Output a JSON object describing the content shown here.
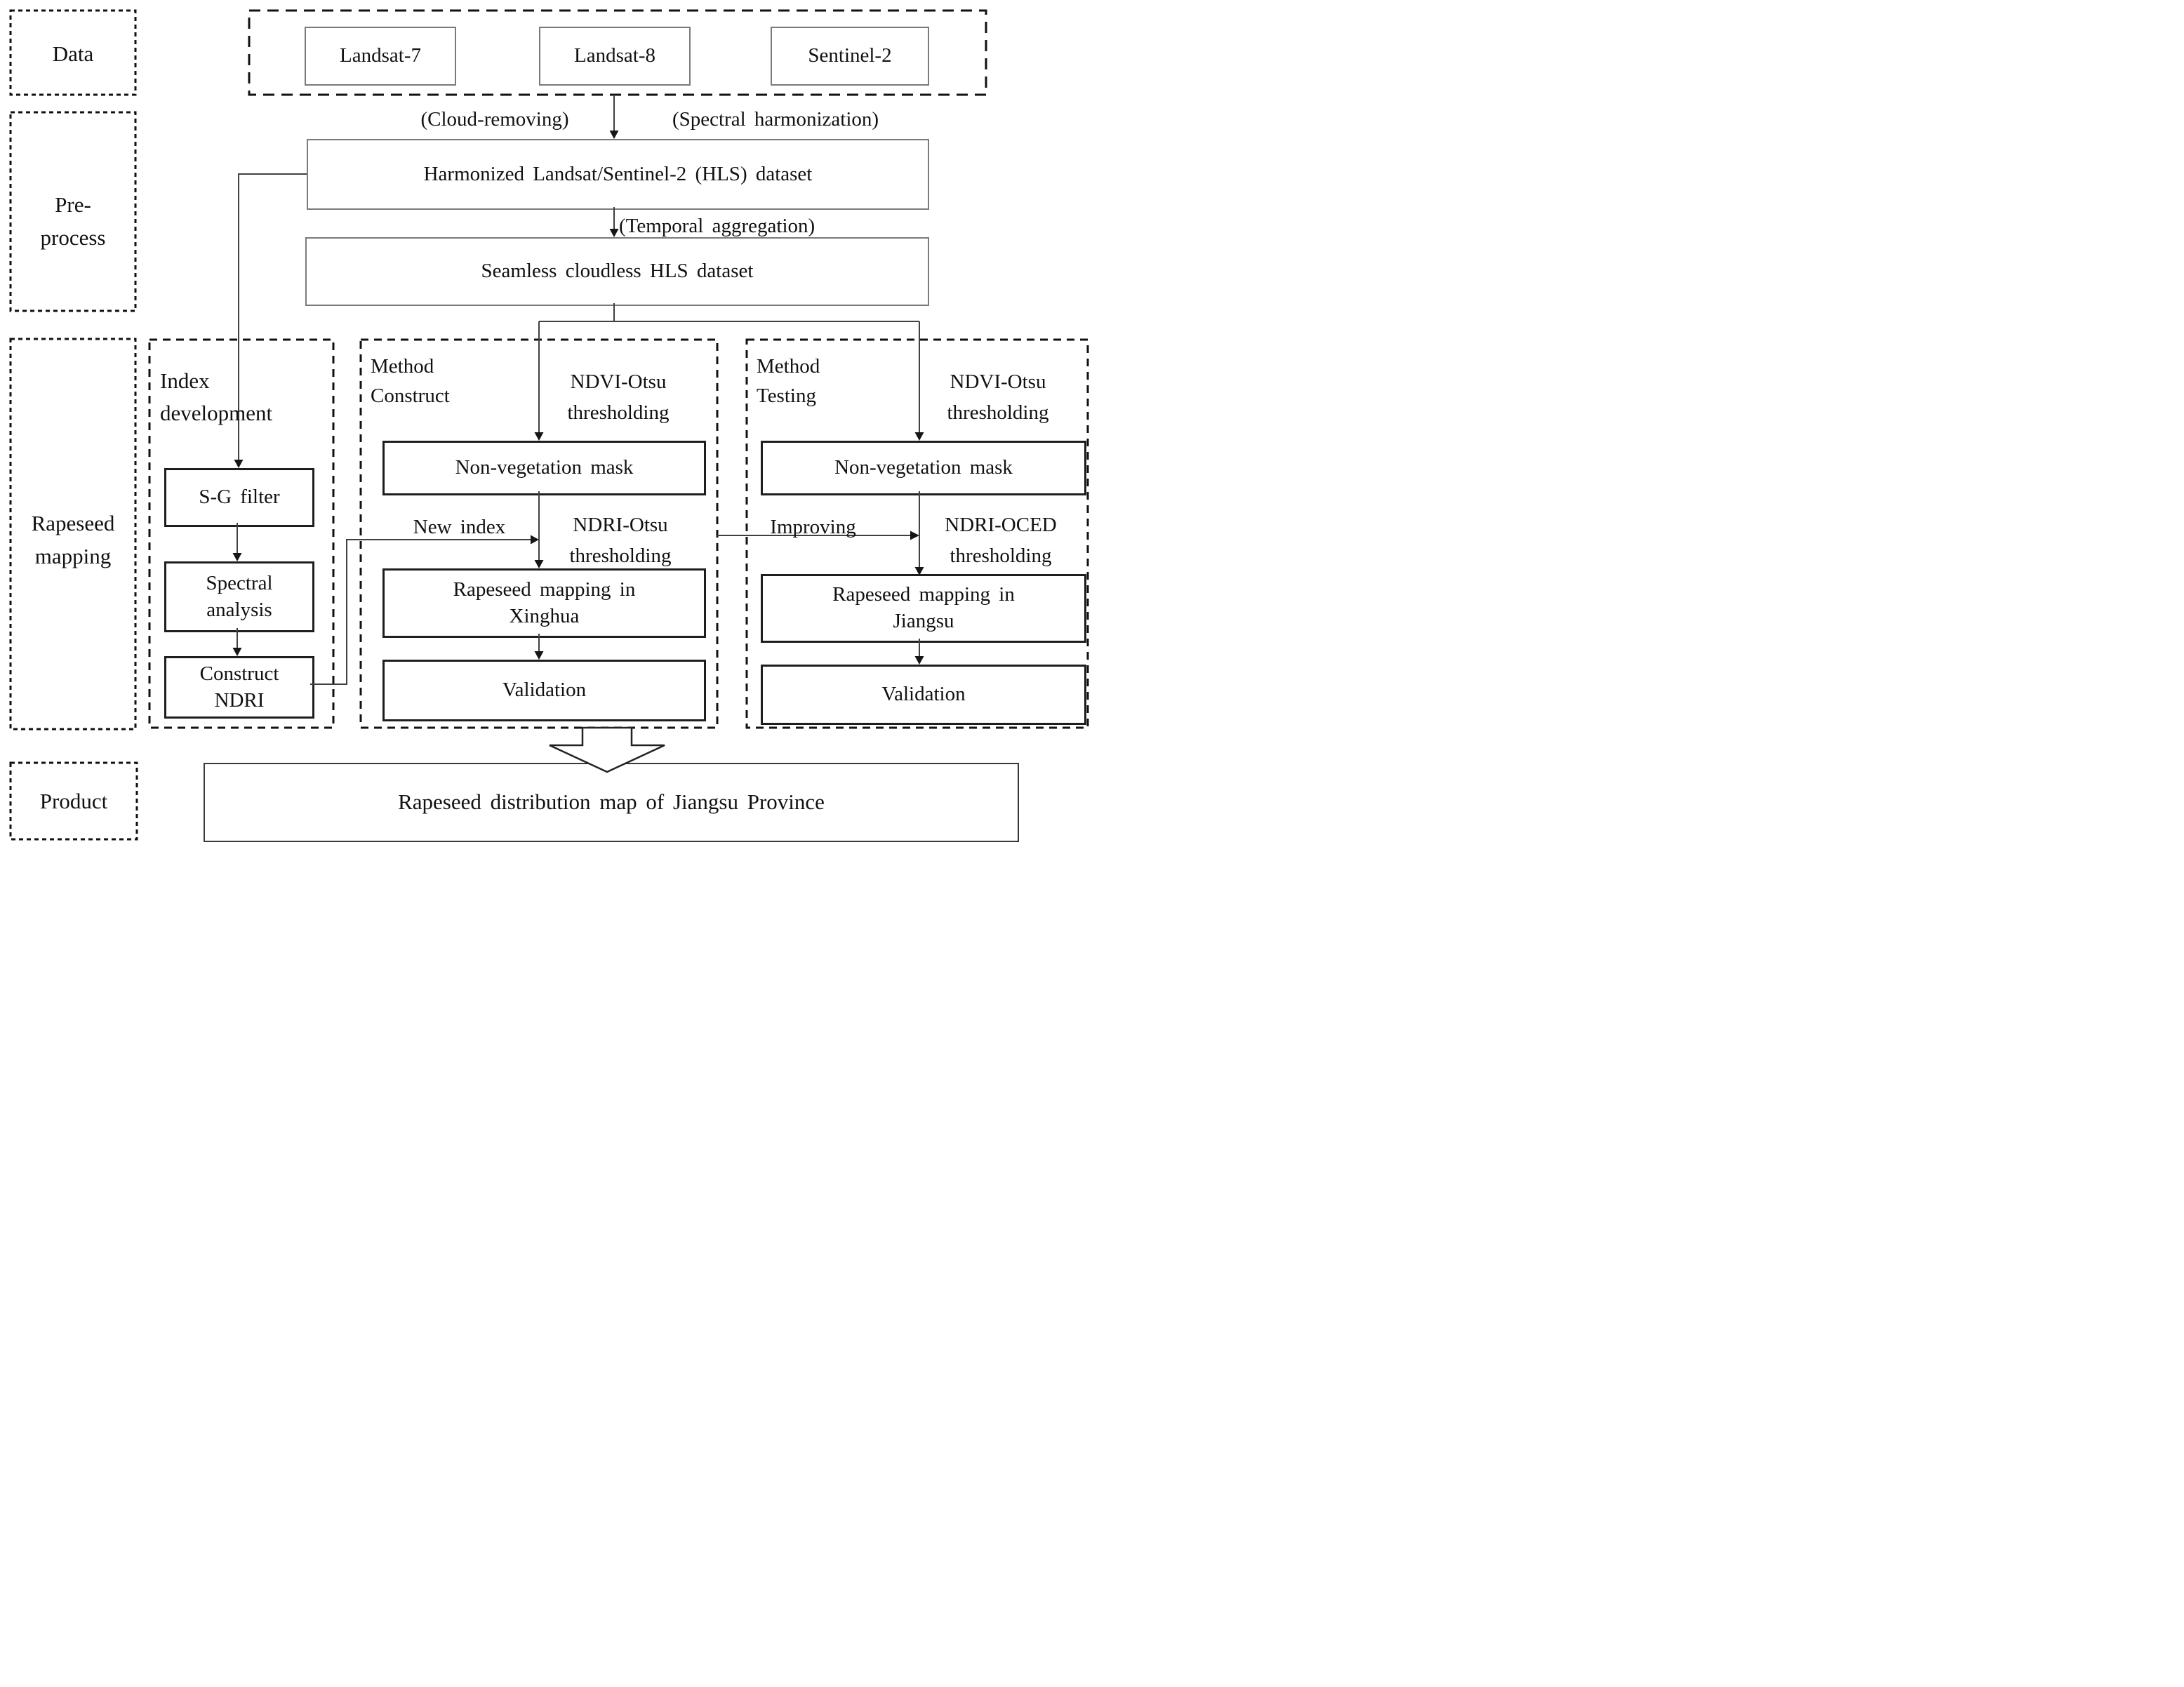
{
  "figure": {
    "row_labels": {
      "data": "Data",
      "preprocess": "Pre-\nprocess",
      "mapping": "Rapeseed\nmapping",
      "product": "Product"
    },
    "satellites": [
      "Landsat-7",
      "Landsat-8",
      "Sentinel-2"
    ],
    "preprocess": {
      "cloud_removing": "(Cloud-removing)",
      "spectral_harmonization": "(Spectral harmonization)",
      "hls_dataset": "Harmonized Landsat/Sentinel-2 (HLS) dataset",
      "temporal_aggregation": "(Temporal aggregation)",
      "seamless_dataset": "Seamless cloudless HLS dataset"
    },
    "index_development": {
      "title": "Index\ndevelopment",
      "sg_filter": "S-G filter",
      "spectral_analysis": "Spectral\nanalysis",
      "construct_ndri": "Construct\nNDRI"
    },
    "method_construct": {
      "title": "Method\nConstruct",
      "ndvi_otsu": "NDVI-Otsu\nthresholding",
      "mask": "Non-vegetation mask",
      "new_index": "New index",
      "ndri_otsu": "NDRI-Otsu\nthresholding",
      "mapping": "Rapeseed mapping in\nXinghua",
      "validation": "Validation"
    },
    "method_testing": {
      "title": "Method\nTesting",
      "ndvi_otsu": "NDVI-Otsu\nthresholding",
      "mask": "Non-vegetation mask",
      "improving": "Improving",
      "ndri_oced": "NDRI-OCED\nthresholding",
      "mapping": "Rapeseed mapping in\nJiangsu",
      "validation": "Validation"
    },
    "product_box": "Rapeseed distribution map of Jiangsu Province",
    "colors": {
      "background": "#ffffff",
      "text": "#111111",
      "line": "#404040",
      "arrowhead": "#161616",
      "box_border_gray": "#7a7a7a",
      "box_border_dark": "#1e1e1e",
      "dash_border": "#111111"
    }
  }
}
